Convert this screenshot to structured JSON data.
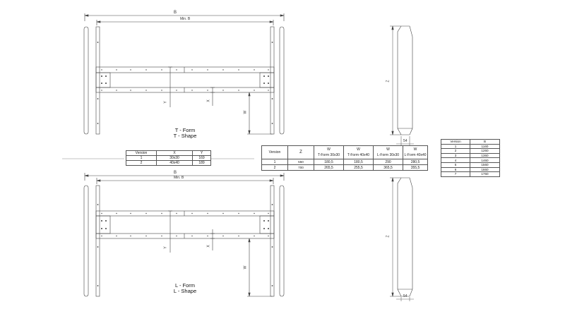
{
  "top_frame": {
    "dim_b": "B",
    "dim_min_b": "Min. B",
    "dim_y": "Y",
    "dim_x": "X",
    "dim_w": "W",
    "title_line1": "T - Form",
    "title_line2": "T - Shape"
  },
  "bottom_frame": {
    "dim_b": "B",
    "dim_min_b": "Min. B",
    "dim_y": "Y",
    "dim_x": "X",
    "dim_w": "W",
    "title_line1": "L - Form",
    "title_line2": "L - Shape"
  },
  "side_views": {
    "top_dim_z": "Z",
    "top_dim_54": "54",
    "bottom_dim_z": "Z",
    "bottom_dim_54": "54"
  },
  "xy_table": {
    "headers": [
      "Version",
      "X",
      "Y"
    ],
    "rows": [
      [
        "1",
        "30x30",
        "169"
      ],
      [
        "2",
        "40x40",
        "189"
      ]
    ]
  },
  "z_table": {
    "headers": [
      "Version",
      "Z",
      "W\nT-Form 30x30",
      "W\nT-Form 40x40",
      "W\nL-Form 30x30",
      "W\nL-Form 40x40"
    ],
    "rows": [
      [
        "1",
        "550",
        "180,5",
        "180,5",
        "290",
        "280,5"
      ],
      [
        "2",
        "700",
        "265,5",
        "255,5",
        "365,5",
        "355,5"
      ]
    ]
  },
  "b_table": {
    "headers": [
      "Version",
      "B"
    ],
    "rows": [
      [
        "1",
        "1160"
      ],
      [
        "2",
        "1260"
      ],
      [
        "3",
        "1360"
      ],
      [
        "4",
        "1460"
      ],
      [
        "5",
        "1560"
      ],
      [
        "6",
        "1660"
      ],
      [
        "7",
        "1760"
      ]
    ]
  }
}
